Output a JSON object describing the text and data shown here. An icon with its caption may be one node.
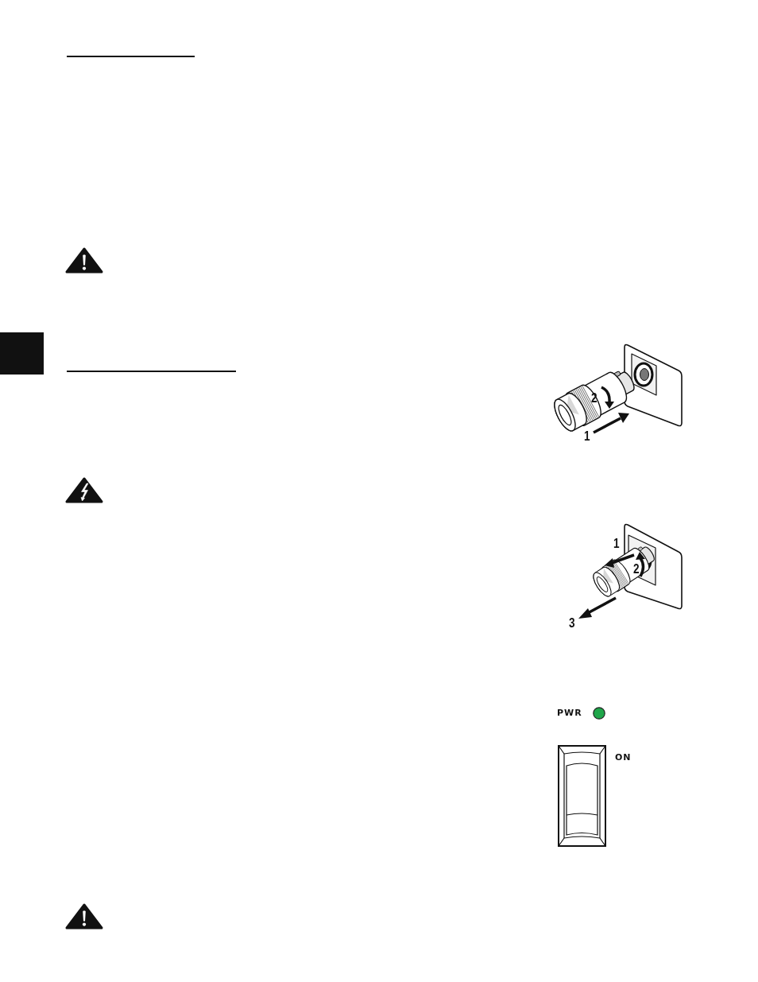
{
  "diagram": {
    "labels": [
      "2",
      "1",
      "1",
      "2",
      "3",
      "PWR",
      "ON"
    ]
  }
}
